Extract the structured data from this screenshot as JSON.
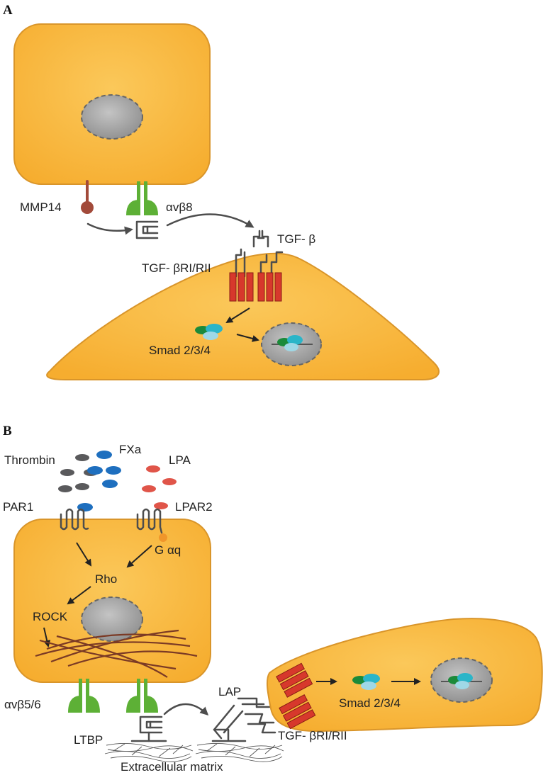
{
  "panels": {
    "a": "A",
    "b": "B"
  },
  "colors": {
    "cell_fill": "#f8b940",
    "cell_stroke": "#d9952a",
    "nucleus_fill": "#a6a6a6",
    "integrin": "#5db036",
    "mmp14": "#a24a3a",
    "receptor": "#d7382c",
    "thrombin": "#5a5a5c",
    "fxa": "#1e6fbf",
    "lpa": "#e05549",
    "galpha": "#f0962b",
    "smad_dark": "#1b8a3a",
    "smad_teal": "#2bb5c8",
    "smad_light": "#9fd8e6"
  },
  "panel_a": {
    "mmp14": "MMP14",
    "integrin": "αvβ8",
    "tgfb": "TGF- β",
    "receptor": "TGF- βRI/RII",
    "smad": "Smad 2/3/4"
  },
  "panel_b": {
    "thrombin": "Thrombin",
    "fxa": "FXa",
    "lpa": "LPA",
    "par1": "PAR1",
    "lpar2": "LPAR2",
    "galpha": "G αq",
    "rho": "Rho",
    "rock": "ROCK",
    "integrin": "αvβ5/6",
    "ltbp": "LTBP",
    "lap": "LAP",
    "smad": "Smad 2/3/4",
    "receptor": "TGF- βRI/RII",
    "ecm": "Extracellular matrix"
  }
}
